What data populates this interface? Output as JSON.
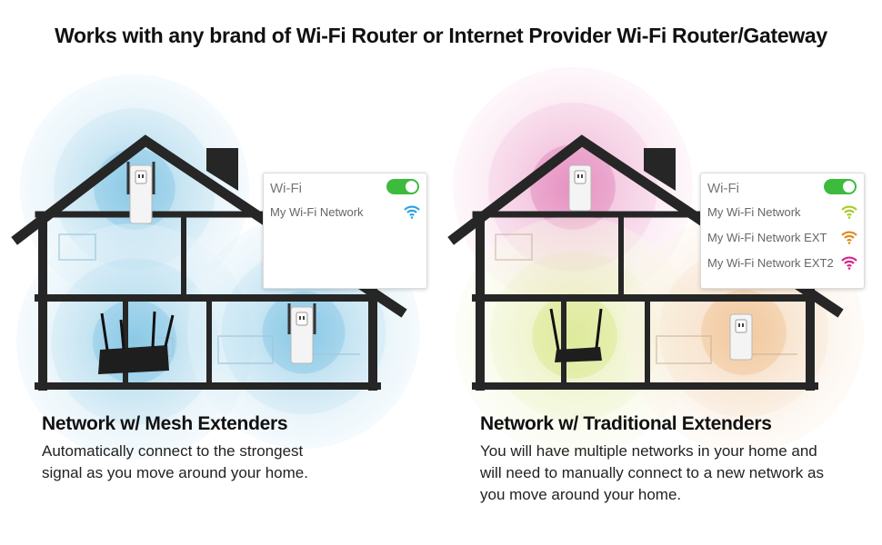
{
  "title": "Works with any brand of Wi-Fi Router or Internet Provider Wi-Fi Router/Gateway",
  "colors": {
    "mesh_coverage": "#a9d7ec",
    "pink_coverage": "#e59bc4",
    "yellow_coverage": "#e4ecaa",
    "orange_coverage": "#f2cfa9",
    "house_outline": "#222222",
    "toggle_on": "#3dbb3d"
  },
  "mesh": {
    "caption_title": "Network w/ Mesh Extenders",
    "caption_desc": "Automatically connect to the strongest signal as you move around your home.",
    "wifi_panel": {
      "header": "Wi-Fi",
      "toggle_on": true,
      "networks": [
        {
          "name": "My Wi-Fi Network",
          "icon": "wifi-icon",
          "color": "#2aa3e0"
        }
      ]
    }
  },
  "traditional": {
    "caption_title": "Network w/ Traditional Extenders",
    "caption_desc": "You will have multiple networks in your home and will need to manually connect to a new network as you move around your home.",
    "wifi_panel": {
      "header": "Wi-Fi",
      "toggle_on": true,
      "networks": [
        {
          "name": "My Wi-Fi Network",
          "icon": "wifi-icon",
          "color": "#a6cc26"
        },
        {
          "name": "My Wi-Fi Network EXT",
          "icon": "wifi-icon",
          "color": "#e08a1e"
        },
        {
          "name": "My Wi-Fi Network EXT2",
          "icon": "wifi-icon",
          "color": "#d6248a"
        }
      ]
    }
  }
}
